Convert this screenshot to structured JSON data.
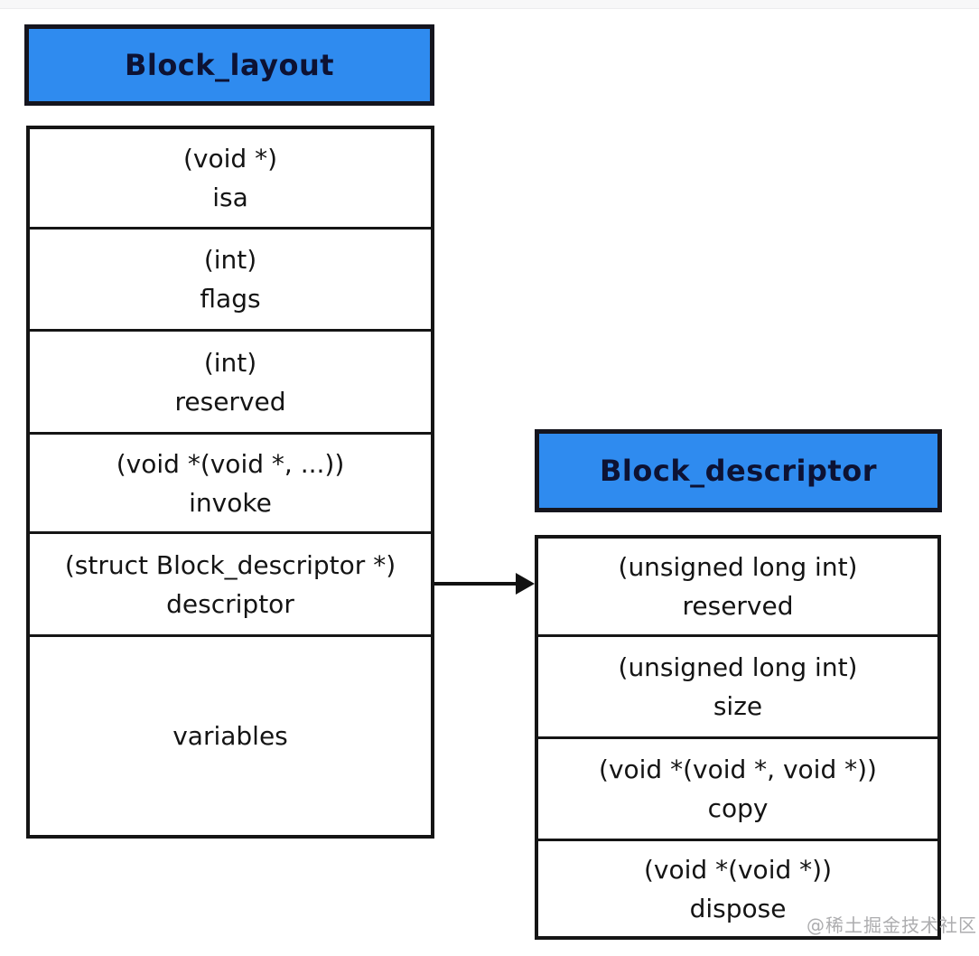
{
  "colors": {
    "header_bg": "#2f8bef",
    "header_text": "#0d1233",
    "border": "#151515",
    "cell_text": "#141414",
    "watermark_text": "#adadaf"
  },
  "block_layout": {
    "title": "Block_layout",
    "rows": [
      {
        "type": "(void *)",
        "name": "isa"
      },
      {
        "type": "(int)",
        "name": "flags"
      },
      {
        "type": "(int)",
        "name": "reserved"
      },
      {
        "type": "(void *(void *, ...))",
        "name": "invoke"
      },
      {
        "type": "(struct Block_descriptor *)",
        "name": "descriptor"
      },
      {
        "type": "",
        "name": "variables"
      }
    ]
  },
  "block_descriptor": {
    "title": "Block_descriptor",
    "rows": [
      {
        "type": "(unsigned long int)",
        "name": "reserved"
      },
      {
        "type": "(unsigned long int)",
        "name": "size"
      },
      {
        "type": "(void *(void *, void *))",
        "name": "copy"
      },
      {
        "type": "(void *(void *))",
        "name": "dispose"
      }
    ]
  },
  "watermark": "@稀土掘金技术社区"
}
